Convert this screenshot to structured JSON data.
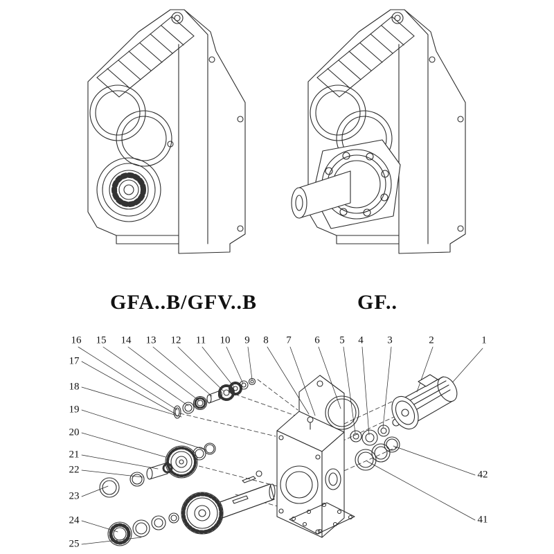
{
  "models": {
    "left": "GFA..B/GFV..B",
    "right": "GF.."
  },
  "exploded": {
    "top_row": [
      "16",
      "15",
      "14",
      "13",
      "12",
      "11",
      "10",
      "9",
      "8",
      "7",
      "6",
      "5",
      "4",
      "3",
      "2",
      "1"
    ],
    "left_column": [
      "17",
      "18",
      "19",
      "20",
      "21",
      "22",
      "23",
      "24",
      "25"
    ],
    "right_column": [
      "42",
      "41"
    ]
  },
  "style": {
    "line_color": "#2b2b2b",
    "background": "#ffffff"
  }
}
